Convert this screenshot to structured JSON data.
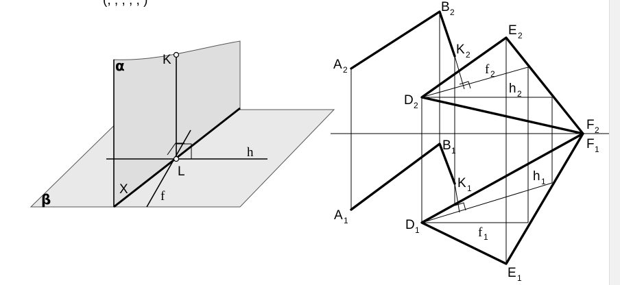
{
  "left_figure": {
    "top_fragment": "(, , , , , )",
    "plane_alpha": "α",
    "plane_beta": "β",
    "point_K": "K",
    "point_L": "L",
    "line_x": "X",
    "line_f": "f",
    "line_h": "h"
  },
  "right_figure": {
    "A": "A",
    "A2": "2",
    "A1": "1",
    "B": "B",
    "B2": "2",
    "B1": "1",
    "K": "K",
    "K2": "2",
    "K1": "1",
    "E": "E",
    "E2": "2",
    "E1": "1",
    "D": "D",
    "D2": "2",
    "D1": "1",
    "F": "F",
    "F2": "2",
    "F1": "1",
    "f": "f",
    "f2": "2",
    "f1": "1",
    "h": "h",
    "h2": "2",
    "h1": "1"
  },
  "colors": {
    "line": "#000000",
    "plane_fill": "#e6e6e6",
    "plane_fill_dark": "#d9d9d9"
  }
}
